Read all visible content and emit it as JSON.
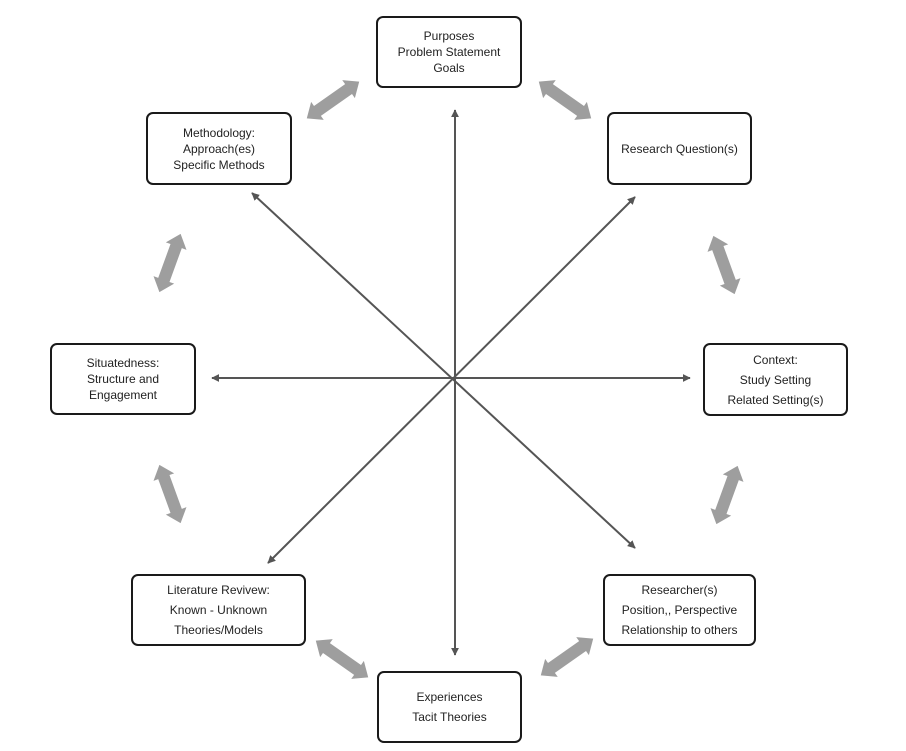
{
  "nodes": {
    "purposes": {
      "lines": [
        "Purposes",
        "Problem Statement",
        "Goals"
      ]
    },
    "research_q": {
      "lines": [
        "Research Question(s)"
      ]
    },
    "context": {
      "lines": [
        "Context:",
        "Study Setting",
        "Related Setting(s)"
      ]
    },
    "researcher": {
      "lines": [
        "Researcher(s)",
        "Position,, Perspective",
        "Relationship to others"
      ]
    },
    "experiences": {
      "lines": [
        "Experiences",
        "Tacit Theories"
      ]
    },
    "literature": {
      "lines": [
        "Literature Revivew:",
        "Known - Unknown",
        "Theories/Models"
      ]
    },
    "situatedness": {
      "lines": [
        "Situatedness:",
        "Structure and",
        "Engagement"
      ]
    },
    "methodology": {
      "lines": [
        "Methodology:",
        "Approach(es)",
        "Specific Methods"
      ]
    }
  },
  "colors": {
    "spoke": "#555555",
    "ring_arrow": "#9e9e9e",
    "box_border": "#1a1a1a"
  }
}
